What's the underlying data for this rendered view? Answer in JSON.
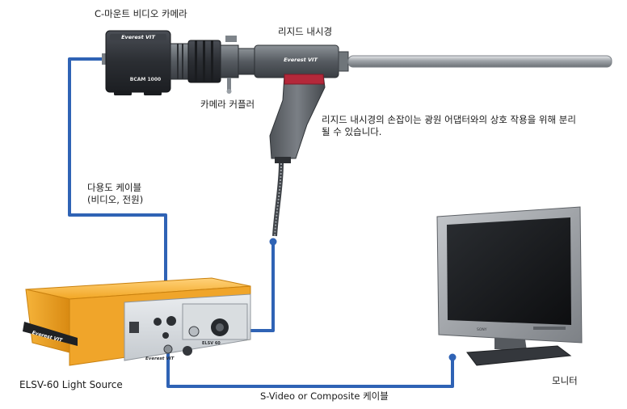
{
  "labels": {
    "camera": "C-마운트 비디오 카메라",
    "rigid_scope": "리지드 내시경",
    "camera_coupler": "카메라 커플러",
    "detach_note": "리지드 내시경의 손잡이는 광원 어댑터와의 상호 작용을 위해 분리될 수 있습니다.",
    "multi_cable_line1": "다용도 케이블",
    "multi_cable_line2": "(비디오, 전원)",
    "light_source": "ELSV-60 Light Source",
    "monitor": "모니터",
    "svideo_cable": "S-Video or Composite 케이블"
  },
  "device_text": {
    "camera_brand": "Everest VIT",
    "camera_model": "BCAM 1000",
    "scope_brand": "Everest VIT",
    "box_brand": "Everest VIT",
    "box_model": "ELSV 60",
    "monitor_brand": "SONY"
  },
  "colors": {
    "cable": "#2f63b5",
    "box_orange": "#f2a623",
    "handle_red": "#b4283a",
    "device_dark": "#2a2d31",
    "monitor_frame": "#9a9ea3"
  },
  "icons": [
    "camera-icon",
    "rigid-scope-icon",
    "coupler-icon",
    "light-source-icon",
    "monitor-icon"
  ]
}
